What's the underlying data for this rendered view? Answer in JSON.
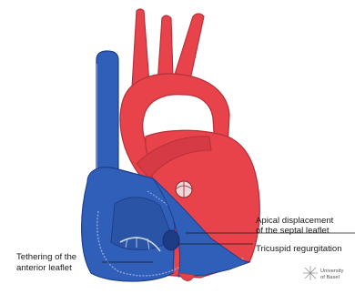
{
  "labels": {
    "apical_line1": "Apical displacement",
    "apical_line2": "of the septal leaflet",
    "tricuspid": "Tricuspid regurgitation",
    "tethering_line1": "Tethering of the",
    "tethering_line2": "anterior leaflet"
  },
  "logo": {
    "line1": "University",
    "line2": "of Basel",
    "icon": "university-basel-starburst-logo"
  },
  "colors": {
    "red": "#e8434a",
    "red_dark": "#b8323b",
    "blue": "#2f5fb8",
    "blue_dark": "#1f3f8a",
    "blue_light": "#6f8fd6"
  }
}
